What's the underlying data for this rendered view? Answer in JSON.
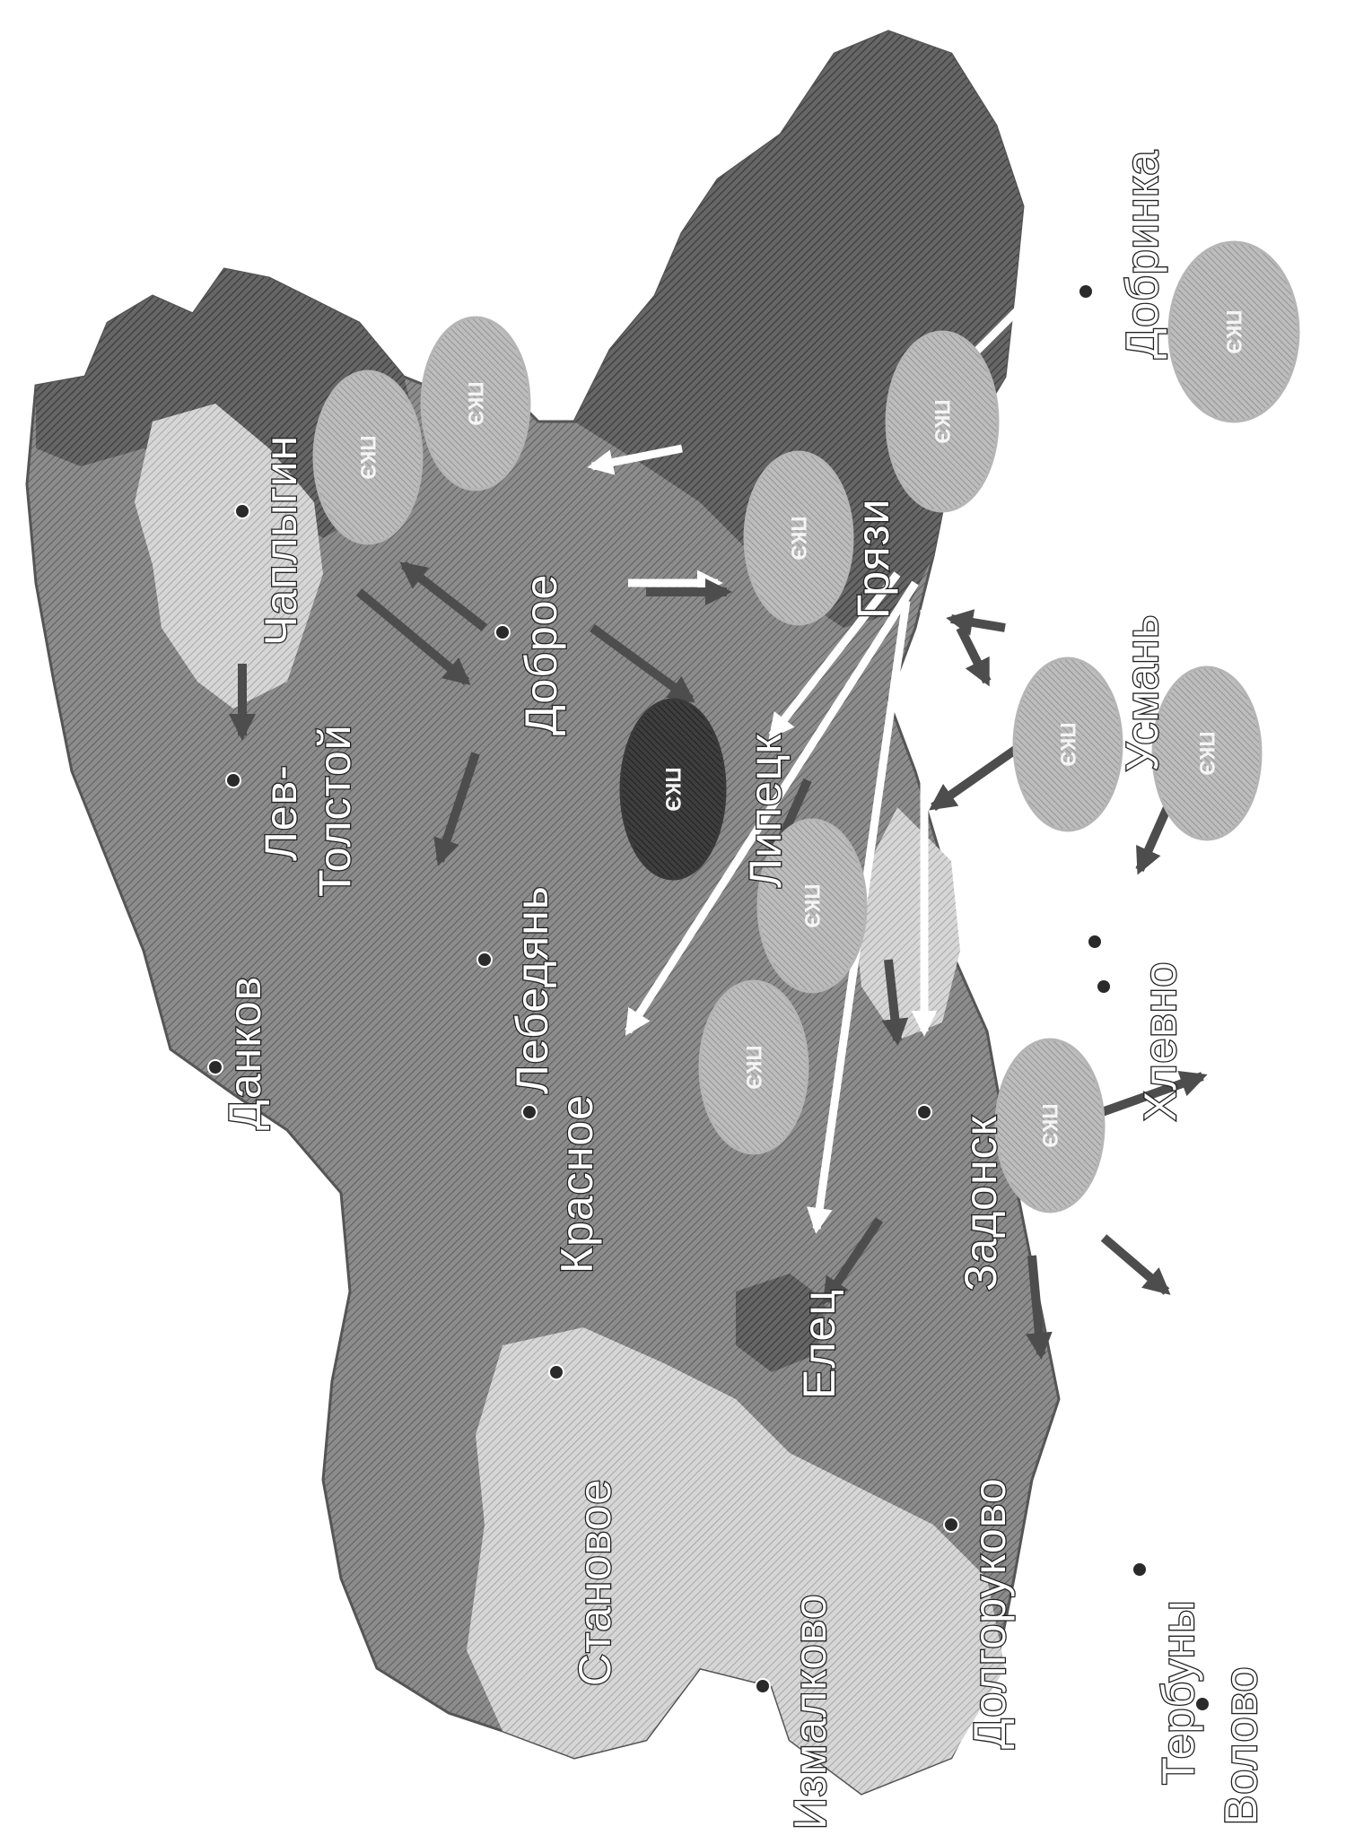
{
  "cities": [
    {
      "name": "Данков"
    },
    {
      "name": "Чаплыгин"
    },
    {
      "name": "Лев-"
    },
    {
      "name": "Толстой"
    },
    {
      "name": "Доброе"
    },
    {
      "name": "Лебедянь"
    },
    {
      "name": "Красное"
    },
    {
      "name": "Грязи"
    },
    {
      "name": "Липецк"
    },
    {
      "name": "Добринка"
    },
    {
      "name": "Усмань"
    },
    {
      "name": "Елец"
    },
    {
      "name": "Задонск"
    },
    {
      "name": "Хлевно"
    },
    {
      "name": "Становое"
    },
    {
      "name": "Долгоруково"
    },
    {
      "name": "Тербуны"
    },
    {
      "name": "Измалково"
    },
    {
      "name": "Волово"
    }
  ],
  "ovals": [
    {
      "label": "ПКЭ"
    },
    {
      "label": "ПКЭ"
    },
    {
      "label": "ПКЭ"
    },
    {
      "label": "ПКЭ"
    },
    {
      "label": "ПКЭ"
    },
    {
      "label": "ПКЭ"
    },
    {
      "label": "ПКЭ"
    },
    {
      "label": "ПКЭ"
    },
    {
      "label": "ПКЭ"
    },
    {
      "label": "ПКЭ"
    },
    {
      "label": "ПКЭ"
    }
  ],
  "colors": {
    "region_dark": "#5c5c5c",
    "region_mid": "#8a8a8a",
    "region_light": "#c8c8c8",
    "arrow_white": "#ffffff",
    "arrow_dark": "#4d4d4d",
    "label_fill": "#ffffff"
  }
}
